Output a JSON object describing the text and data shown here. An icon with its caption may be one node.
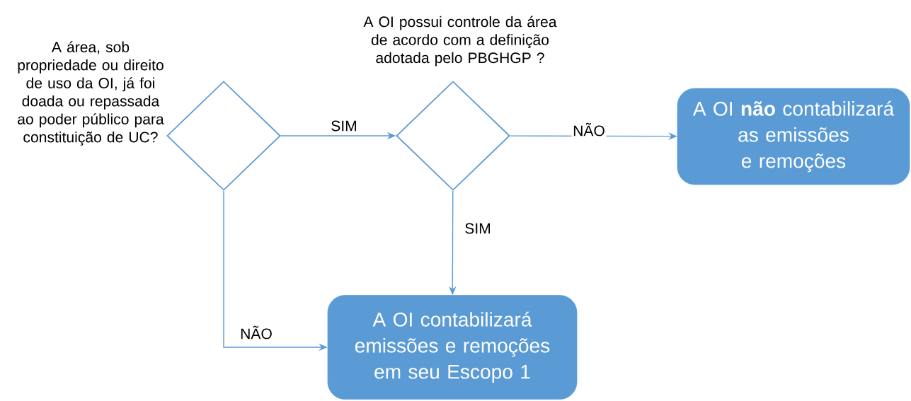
{
  "diagram": {
    "nodes": [
      {
        "text": [
          "A área, sob propriedade ou direito de uso da OI, já foi doada ou repassada ao poder público para constituição de UC?"
        ]
      },
      {
        "text": [
          "A OI possui controle da área de acordo com a definição adotada pelo PBGHGP ?"
        ]
      },
      {
        "text": [
          "A OI **não** contabilizará as emissões e remoções"
        ]
      },
      {
        "text": [
          "A OI contabilizará emissões e remoções em seu Escopo 1"
        ]
      }
    ],
    "edges": [
      {
        "from": 0,
        "to": 1,
        "arrow": "to",
        "label": "SIM"
      },
      {
        "from": 1,
        "to": 2,
        "arrow": "to",
        "label": "NÃO"
      },
      {
        "from": 1,
        "to": 3,
        "arrow": "to",
        "label": "SIM"
      },
      {
        "from": 0,
        "to": 3,
        "arrow": "to",
        "label": "NÃO"
      }
    ]
  }
}
